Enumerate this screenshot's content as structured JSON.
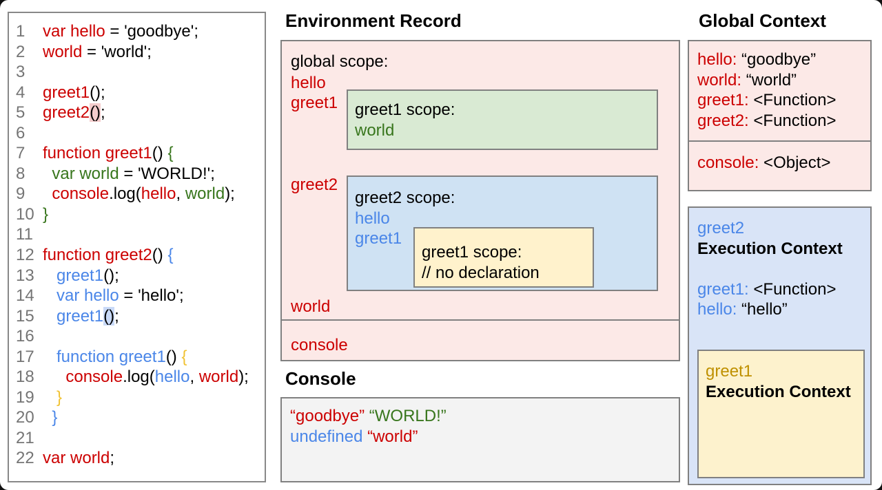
{
  "titles": {
    "environment_record": "Environment Record",
    "console": "Console",
    "global_context": "Global Context"
  },
  "code": {
    "lines": [
      {
        "n": "1",
        "s": [
          [
            "var hello",
            "r"
          ],
          [
            " = 'goodbye';",
            "k"
          ]
        ]
      },
      {
        "n": "2",
        "s": [
          [
            "world",
            "r"
          ],
          [
            " = 'world';",
            "k"
          ]
        ]
      },
      {
        "n": "3",
        "s": []
      },
      {
        "n": "4",
        "s": [
          [
            "greet1",
            "r"
          ],
          [
            "();",
            "k"
          ]
        ]
      },
      {
        "n": "5",
        "s": [
          [
            "greet2",
            "r"
          ],
          [
            "()",
            "k",
            "hl-r"
          ],
          [
            ";",
            "k"
          ]
        ]
      },
      {
        "n": "6",
        "s": []
      },
      {
        "n": "7",
        "s": [
          [
            "function greet1",
            "r"
          ],
          [
            "() ",
            "k"
          ],
          [
            "{",
            "g"
          ]
        ]
      },
      {
        "n": "8",
        "s": [
          [
            "  ",
            "k"
          ],
          [
            "var world",
            "g"
          ],
          [
            " = 'WORLD!';",
            "k"
          ]
        ]
      },
      {
        "n": "9",
        "s": [
          [
            "  ",
            "k"
          ],
          [
            "console",
            "r"
          ],
          [
            ".log(",
            "k"
          ],
          [
            "hello",
            "r"
          ],
          [
            ", ",
            "k"
          ],
          [
            "world",
            "g"
          ],
          [
            ");",
            "k"
          ]
        ]
      },
      {
        "n": "10",
        "s": [
          [
            "}",
            "g"
          ]
        ]
      },
      {
        "n": "11",
        "s": []
      },
      {
        "n": "12",
        "s": [
          [
            "function greet2",
            "r"
          ],
          [
            "() ",
            "k"
          ],
          [
            "{",
            "b"
          ]
        ]
      },
      {
        "n": "13",
        "s": [
          [
            "   ",
            "k"
          ],
          [
            "greet1",
            "b"
          ],
          [
            "();",
            "k"
          ]
        ]
      },
      {
        "n": "14",
        "s": [
          [
            "   ",
            "k"
          ],
          [
            "var hello",
            "b"
          ],
          [
            " = 'hello';",
            "k"
          ]
        ]
      },
      {
        "n": "15",
        "s": [
          [
            "   ",
            "k"
          ],
          [
            "greet1",
            "b"
          ],
          [
            "()",
            "k",
            "hl-b"
          ],
          [
            ";",
            "k"
          ]
        ]
      },
      {
        "n": "16",
        "s": []
      },
      {
        "n": "17",
        "s": [
          [
            "   ",
            "k"
          ],
          [
            "function greet1",
            "b"
          ],
          [
            "() ",
            "k"
          ],
          [
            "{",
            "y"
          ]
        ]
      },
      {
        "n": "18",
        "s": [
          [
            "     ",
            "k"
          ],
          [
            "console",
            "r"
          ],
          [
            ".log(",
            "k"
          ],
          [
            "hello",
            "b"
          ],
          [
            ", ",
            "k"
          ],
          [
            "world",
            "r"
          ],
          [
            ");",
            "k"
          ]
        ]
      },
      {
        "n": "19",
        "s": [
          [
            "   ",
            "k"
          ],
          [
            "}",
            "y"
          ]
        ]
      },
      {
        "n": "20",
        "s": [
          [
            "  ",
            "k"
          ],
          [
            "}",
            "b"
          ]
        ]
      },
      {
        "n": "21",
        "s": []
      },
      {
        "n": "22",
        "s": [
          [
            "var world",
            "r"
          ],
          [
            ";",
            "k"
          ]
        ]
      }
    ]
  },
  "env": {
    "scope_label": "global scope:",
    "vars": {
      "hello": "hello",
      "greet1": "greet1",
      "greet2": "greet2",
      "world": "world",
      "console": "console"
    },
    "greet1_box": {
      "lines": [
        [
          [
            "greet1 scope:",
            "k"
          ]
        ],
        [
          [
            "world",
            "g"
          ]
        ]
      ]
    },
    "greet2_box": {
      "lines": [
        [
          [
            "greet2 scope:",
            "k"
          ]
        ],
        [
          [
            "hello",
            "b"
          ]
        ],
        [
          [
            "greet1",
            "b"
          ]
        ]
      ]
    },
    "greet1_inner_box": {
      "lines": [
        [
          [
            "greet1 scope:",
            "k"
          ]
        ],
        [
          [
            "// no declaration",
            "k"
          ]
        ]
      ]
    },
    "console_row": {
      "lines": [
        [
          [
            "console",
            "r"
          ]
        ]
      ]
    }
  },
  "console_output": {
    "lines": [
      [
        [
          "“goodbye”",
          "r"
        ],
        [
          " ",
          "k"
        ],
        [
          "“WORLD!”",
          "g"
        ]
      ],
      [
        [
          "undefined",
          "b"
        ],
        [
          " ",
          "k"
        ],
        [
          "“world”",
          "r"
        ]
      ]
    ]
  },
  "global_context": {
    "main": {
      "lines": [
        [
          [
            "hello:",
            "r"
          ],
          [
            " “goodbye”",
            "k"
          ]
        ],
        [
          [
            "world:",
            "r"
          ],
          [
            " “world”",
            "k"
          ]
        ],
        [
          [
            "greet1:",
            "r"
          ],
          [
            " <Function>",
            "k"
          ]
        ],
        [
          [
            "greet2:",
            "r"
          ],
          [
            " <Function>",
            "k"
          ]
        ]
      ]
    },
    "console": {
      "lines": [
        [
          [
            "console:",
            "r"
          ],
          [
            " <Object>",
            "k"
          ]
        ]
      ]
    }
  },
  "greet2_execution_context": {
    "lines": [
      [
        [
          "greet2",
          "b"
        ]
      ],
      [
        [
          "Execution Context",
          "k",
          "bold"
        ]
      ],
      [],
      [
        [
          "greet1:",
          "b"
        ],
        [
          " <Function>",
          "k"
        ]
      ],
      [
        [
          "hello:",
          "b"
        ],
        [
          " “hello”",
          "k"
        ]
      ]
    ],
    "inner": {
      "lines": [
        [
          [
            "greet1",
            "Y"
          ]
        ],
        [
          [
            "Execution Context",
            "k",
            "bold"
          ]
        ]
      ]
    }
  },
  "colors": {
    "red": "#cc0000",
    "green": "#38761d",
    "blue": "#4a86e8",
    "gold": "#bf9000",
    "brace_gold": "#f1c232",
    "pink_fill": "#fce9e7",
    "green_fill": "#d9ead3",
    "blue_fill": "#cfe2f3",
    "yellow_fill": "#fff2cc",
    "gray_fill": "#f3f3f3",
    "highlight_pink": "#f4cccc",
    "highlight_blue": "#c9daf8"
  }
}
